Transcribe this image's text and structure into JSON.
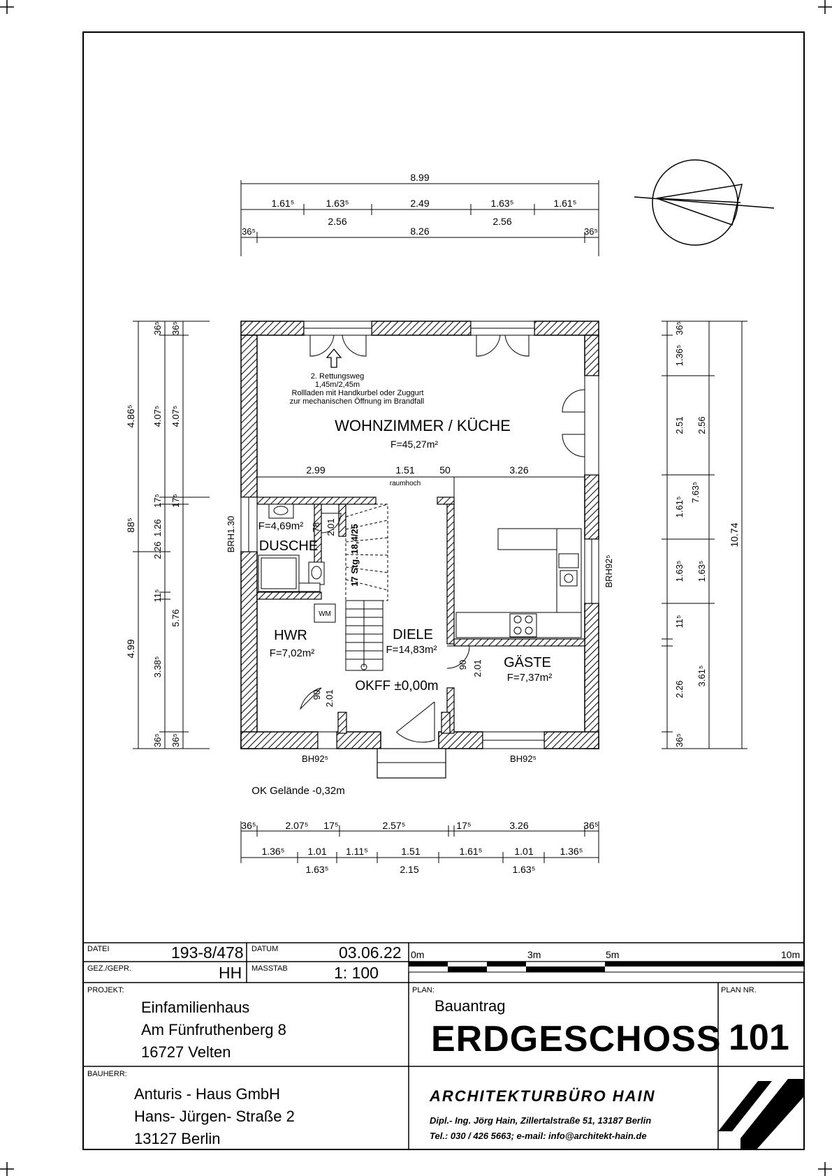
{
  "floorplan": {
    "rooms": [
      {
        "name": "WOHNZIMMER / KÜCHE",
        "area": "F=45,27m²"
      },
      {
        "name": "DUSCHE",
        "area": "F=4,69m²"
      },
      {
        "name": "HWR",
        "area": "F=7,02m²"
      },
      {
        "name": "DIELE",
        "area": "F=14,83m²"
      },
      {
        "name": "GÄSTE",
        "area": "F=7,37m²"
      }
    ],
    "notes": {
      "escape_1": "2. Rettungsweg",
      "escape_2": "1,45m/2,45m",
      "escape_3": "Rollladen mit Handkurbel oder Zuggurt",
      "escape_4": "zur mechanischen Öffnung im Brandfall",
      "okff": "OKFF ±0,00m",
      "ground": "OK Gelände -0,32m",
      "stairs": "17 Stg. 18,4/25",
      "raumhoch": "raumhoch",
      "wm": "WM",
      "brh_left": "BRH1.30",
      "brh_right": "BRH92⁵",
      "bh_left": "BH92⁵",
      "bh_right": "BH92⁵"
    },
    "top_dims": {
      "overall": "8.99",
      "row1": [
        "1.61⁵",
        "1.63⁵",
        "2.49",
        "1.63⁵",
        "1.61⁵"
      ],
      "row2": [
        "2.56",
        "2.56"
      ],
      "row3": [
        "36⁵",
        "8.26",
        "36⁵"
      ]
    },
    "bottom_dims": {
      "row1": [
        "36⁵",
        "2.07⁵",
        "17⁵",
        "2.57⁵",
        "17⁵",
        "3.26",
        "36⁵"
      ],
      "row2": [
        "1.36⁵",
        "1.01",
        "1.11⁵",
        "1.51",
        "1.61⁵",
        "1.01",
        "1.36⁵"
      ],
      "row3": [
        "1.63⁵",
        "2.15",
        "1.63⁵"
      ]
    },
    "left_dims": {
      "outer": [
        "4.86⁵",
        "88⁵",
        "4.99"
      ],
      "middle": [
        "36⁵",
        "4.07⁵",
        "17⁵",
        "1.26",
        "2.26",
        "11⁵",
        "3.38⁵",
        "36⁵"
      ],
      "inner": [
        "36⁵",
        "4.07⁵",
        "17⁵",
        "5.76",
        "36⁵"
      ]
    },
    "right_dims": {
      "inner": [
        "36⁵",
        "1.36⁵",
        "2.51",
        "1.61⁵",
        "1.63⁵",
        "11⁵",
        "2.26",
        "36⁵"
      ],
      "middle": [
        "2.56",
        "1.63⁵",
        "3.61⁵"
      ],
      "center": [
        "7.63⁵"
      ],
      "outer": [
        "10.74"
      ]
    },
    "interior_dims": [
      "2.99",
      "1.51",
      "50",
      "3.26",
      "2.01",
      "78",
      "90",
      "2.01",
      "90",
      "2.01"
    ]
  },
  "title_block": {
    "datei_label": "DATEI",
    "datei": "193-8/478",
    "datum_label": "DATUM",
    "datum": "03.06.22",
    "gez_label": "GEZ./GEPR.",
    "gez": "HH",
    "masstab_label": "MASSTAB",
    "masstab": "1: 100",
    "scale_marks": [
      "0m",
      "3m",
      "5m",
      "10m"
    ],
    "projekt_label": "PROJEKT:",
    "projekt": [
      "Einfamilienhaus",
      "Am Fünfruthenberg 8",
      "16727 Velten"
    ],
    "plan_label": "PLAN:",
    "plan_sub": "Bauantrag",
    "plan_title": "ERDGESCHOSS",
    "plan_nr_label": "PLAN NR.",
    "plan_nr": "101",
    "bauherr_label": "BAUHERR:",
    "bauherr": [
      "Anturis - Haus GmbH",
      "Hans- Jürgen- Straße 2",
      "13127 Berlin"
    ],
    "office": "ARCHITEKTURBÜRO HAIN",
    "office_line1": "Dipl.- Ing. Jörg Hain, Zillertalstraße 51, 13187 Berlin",
    "office_line2": "Tel.: 030 / 426 5663; e-mail: info@architekt-hain.de"
  }
}
